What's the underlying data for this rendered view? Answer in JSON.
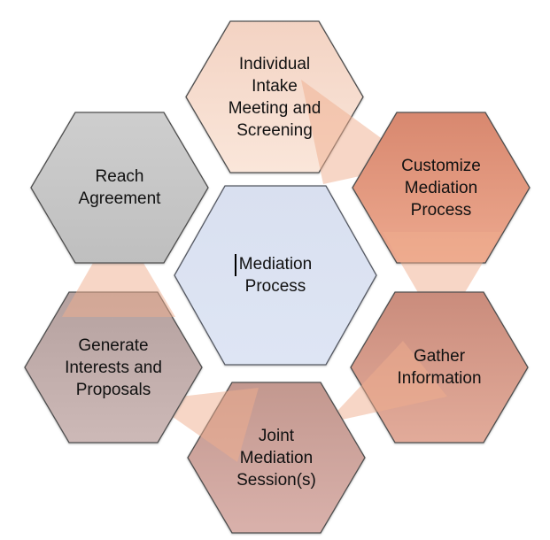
{
  "background": "#ffffff",
  "border_color": "#4f4f4f",
  "text_color": "#111111",
  "connector": {
    "fill": "#f0ad8d"
  },
  "center": {
    "id": "mediation-process",
    "label": "Mediation Process",
    "lines": [
      "Mediation",
      "Process"
    ],
    "fill_top": "#d9e0f0",
    "fill_bottom": "#dee5f4",
    "border": "#565a64",
    "cursor_visible": true
  },
  "nodes": [
    {
      "id": "individual-intake",
      "label": "Individual Intake Meeting and Screening",
      "lines": [
        "Individual",
        "Intake",
        "Meeting and",
        "Screening"
      ],
      "fill_top": "#f3d3c3",
      "fill_bottom": "#fae6da"
    },
    {
      "id": "customize-mediation",
      "label": "Customize Mediation Process",
      "lines": [
        "Customize",
        "Mediation",
        "Process"
      ],
      "fill_top": "#d8886f",
      "fill_bottom": "#eda98f"
    },
    {
      "id": "gather-information",
      "label": "Gather Information",
      "lines": [
        "Gather",
        "Information"
      ],
      "fill_top": "#ca8c7c",
      "fill_bottom": "#e2ab9a"
    },
    {
      "id": "joint-mediation-sessions",
      "label": "Joint Mediation Session(s)",
      "lines": [
        "Joint",
        "Mediation",
        "Session(s)"
      ],
      "fill_top": "#c3988f",
      "fill_bottom": "#d9b1ab"
    },
    {
      "id": "generate-interests",
      "label": "Generate Interests and Proposals",
      "lines": [
        "Generate",
        "Interests and",
        "Proposals"
      ],
      "fill_top": "#b5a19f",
      "fill_bottom": "#cdb9b7"
    },
    {
      "id": "reach-agreement",
      "label": "Reach Agreement",
      "lines": [
        "Reach",
        "Agreement"
      ],
      "fill_top": "#cecece",
      "fill_bottom": "#bfbfbf"
    }
  ],
  "flow": [
    {
      "from": "individual-intake",
      "to": "customize-mediation"
    },
    {
      "from": "customize-mediation",
      "to": "gather-information"
    },
    {
      "from": "gather-information",
      "to": "joint-mediation-sessions"
    },
    {
      "from": "joint-mediation-sessions",
      "to": "generate-interests"
    },
    {
      "from": "generate-interests",
      "to": "reach-agreement"
    }
  ]
}
